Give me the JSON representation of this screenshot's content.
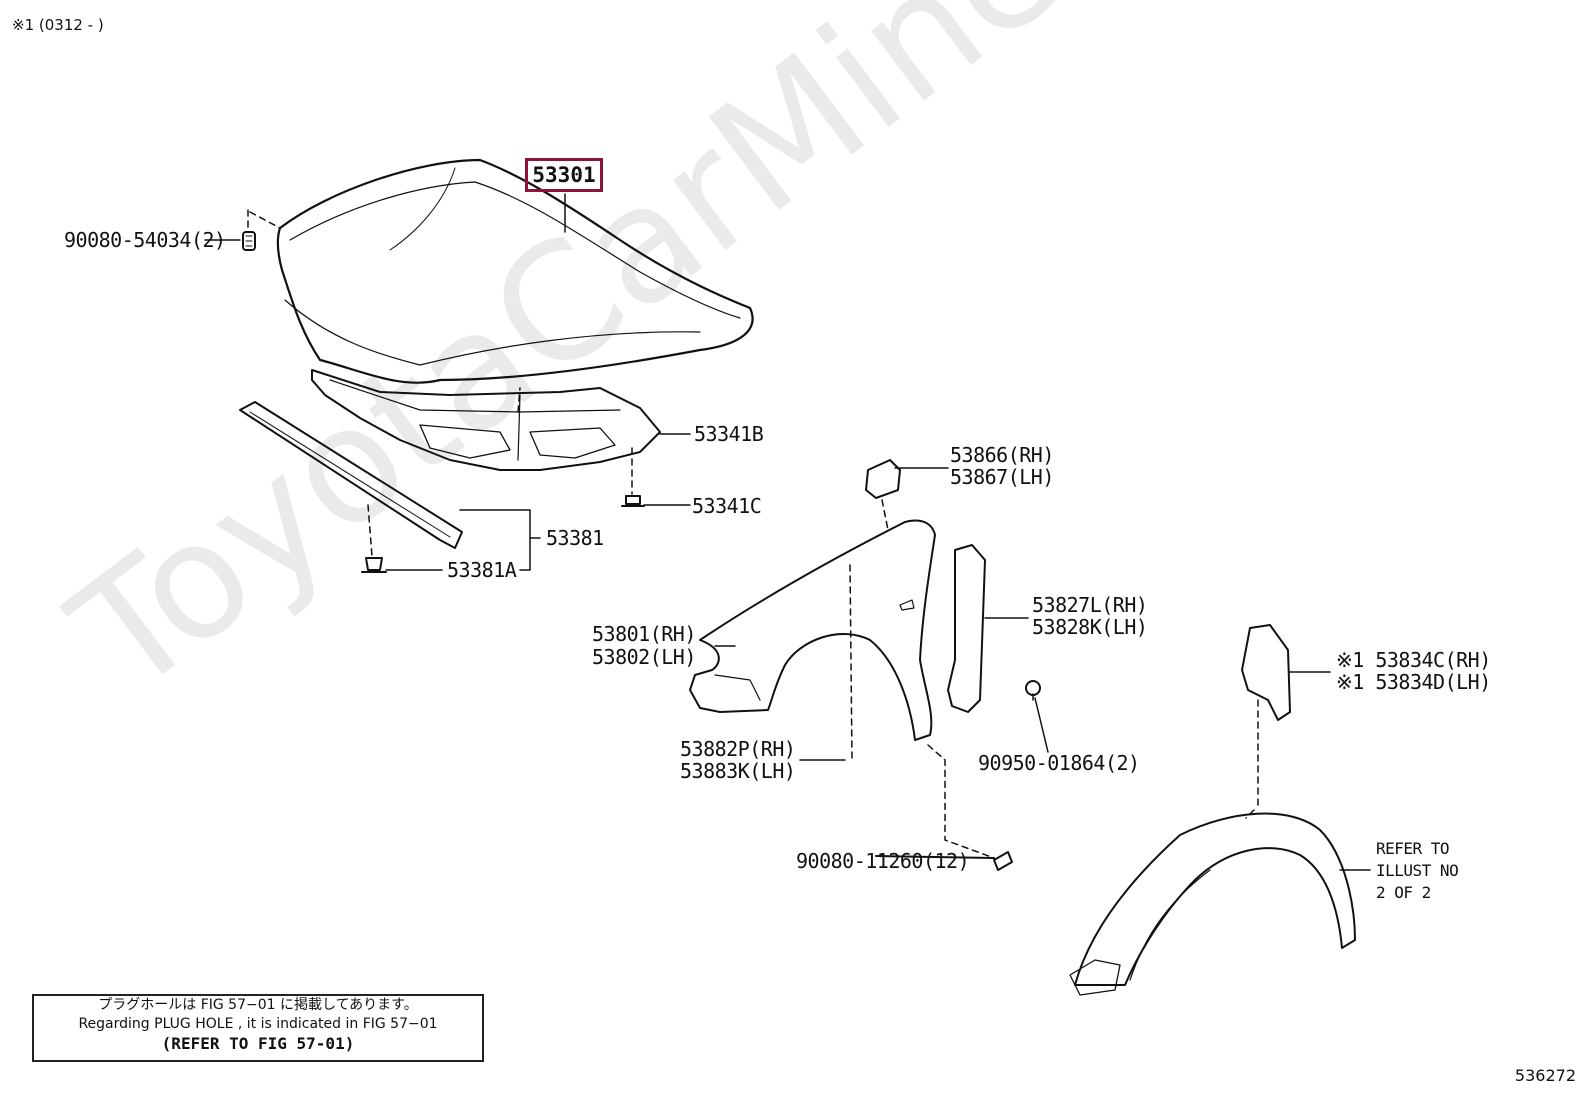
{
  "header_note": "※1 (0312 -      )",
  "diagram_id": "536272",
  "watermark": "ToyotaCarMine.ru",
  "highlight_color": "#8a1538",
  "parts": {
    "hood": "53301",
    "hood_bumper": "90080-54034(2)",
    "hood_insulator": "53341B",
    "insulator_retainer": "53341C",
    "hood_seal": "53381",
    "seal_clip": "53381A",
    "fender_bracket_rh": "53866(RH)",
    "fender_bracket_lh": "53867(LH)",
    "fender_rh": "53801(RH)",
    "fender_lh": "53802(LH)",
    "fender_seal_rh": "53827L(RH)",
    "fender_seal_lh": "53828K(LH)",
    "fender_nut": "90950-01864(2)",
    "shield_rh": "※1 53834C(RH)",
    "shield_lh": "※1 53834D(LH)",
    "fender_stay_rh": "53882P(RH)",
    "fender_stay_lh": "53883K(LH)",
    "fender_bolt": "90080-11260(12)",
    "refer_line1": "REFER TO",
    "refer_line2": "ILLUST NO",
    "refer_line3": "2 OF 2"
  },
  "notice": {
    "japanese": "プラグホールは FIG 57−01 に掲載してあります。",
    "english": "Regarding  PLUG  HOLE , it is indicated in  FIG  57−01",
    "refer": "(REFER TO FIG 57-01)"
  }
}
